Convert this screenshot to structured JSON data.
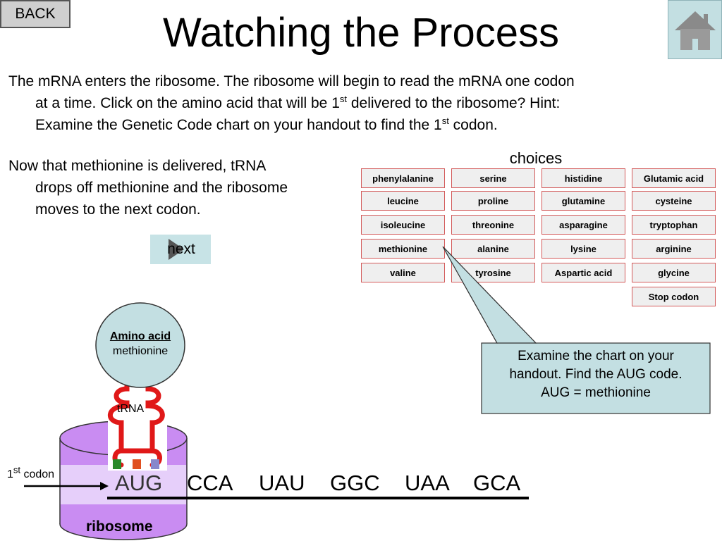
{
  "nav": {
    "back_label": "BACK"
  },
  "title": "Watching the Process",
  "intro": {
    "line1": "The mRNA enters the ribosome. The ribosome will begin to read the mRNA one codon",
    "line2a": "at a time. Click on the amino acid that will be 1",
    "line2sup": "st",
    "line2b": " delivered to the ribosome? Hint:",
    "line3a": "Examine the Genetic Code chart on your handout to find the 1",
    "line3sup": "st",
    "line3b": " codon."
  },
  "status": {
    "line1": "Now that methionine is delivered, tRNA",
    "line2": "drops off methionine and the ribosome",
    "line3": "moves to the next codon."
  },
  "choices_label": "choices",
  "choices": {
    "col1": [
      "phenylalanine",
      "leucine",
      "isoleucine",
      "methionine",
      "valine"
    ],
    "col2": [
      "serine",
      "proline",
      "threonine",
      "alanine",
      "tyrosine"
    ],
    "col3": [
      "histidine",
      "glutamine",
      "asparagine",
      "lysine",
      "Aspartic acid"
    ],
    "col4": [
      "Glutamic acid",
      "cysteine",
      "tryptophan",
      "arginine",
      "glycine",
      "Stop codon"
    ]
  },
  "next_label": "next",
  "callout": {
    "line1": "Examine the chart on your",
    "line2": "handout. Find the AUG code.",
    "line3": "AUG = methionine"
  },
  "amino": {
    "title": "Amino acid",
    "value": "methionine"
  },
  "trna_label": "tRNA",
  "codon_label": {
    "prefix": "1",
    "sup": "st",
    "suffix": " codon"
  },
  "codons": [
    "AUG",
    "CCA",
    "UAU",
    "GGC",
    "UAA",
    "GCA"
  ],
  "ribosome_label": "ribosome",
  "colors": {
    "choice_border": "#d35a5a",
    "choice_fill": "#efefef",
    "callout_fill": "#c3dfe2",
    "ribosome_fill": "#c98cf2",
    "trna_red": "#e01818",
    "home_fill": "#c3dfe2"
  },
  "icons": {
    "home": "house-icon",
    "next": "play-triangle-icon",
    "arrow": "arrow-right-icon"
  }
}
